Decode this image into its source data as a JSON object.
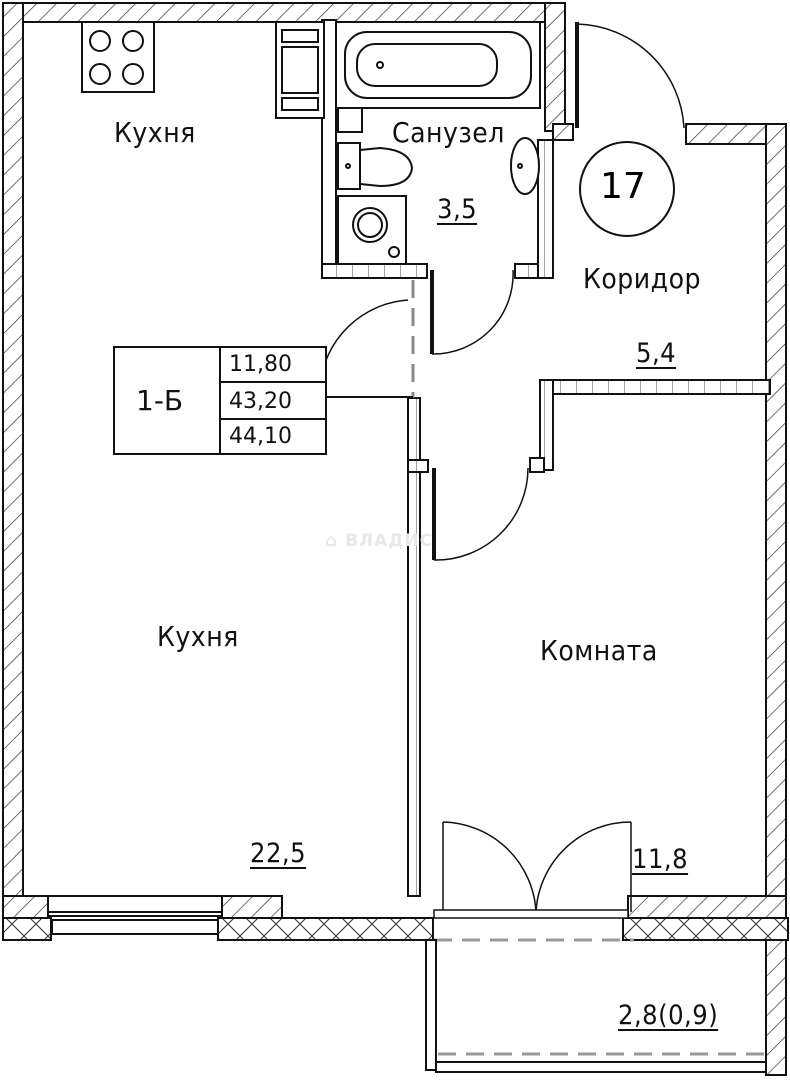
{
  "plan": {
    "apartment_number": "17",
    "unit_table": {
      "type": "1-Б",
      "living_area": "11,80",
      "total_area": "43,20",
      "total_area_with_balcony": "44,10"
    },
    "rooms": [
      {
        "id": "kitchen_top_label",
        "name": "Кухня"
      },
      {
        "id": "bathroom",
        "name": "Санузел",
        "area": "3,5"
      },
      {
        "id": "corridor",
        "name": "Коридор",
        "area": "5,4"
      },
      {
        "id": "kitchen",
        "name": "Кухня",
        "area": "22,5"
      },
      {
        "id": "room",
        "name": "Комната",
        "area": "11,8"
      },
      {
        "id": "balcony",
        "name": "",
        "area": "2,8(0,9)"
      }
    ],
    "watermark": "ВЛАДИС",
    "colors": {
      "line": "#111111",
      "hatch": "#333333",
      "background": "#ffffff"
    }
  }
}
